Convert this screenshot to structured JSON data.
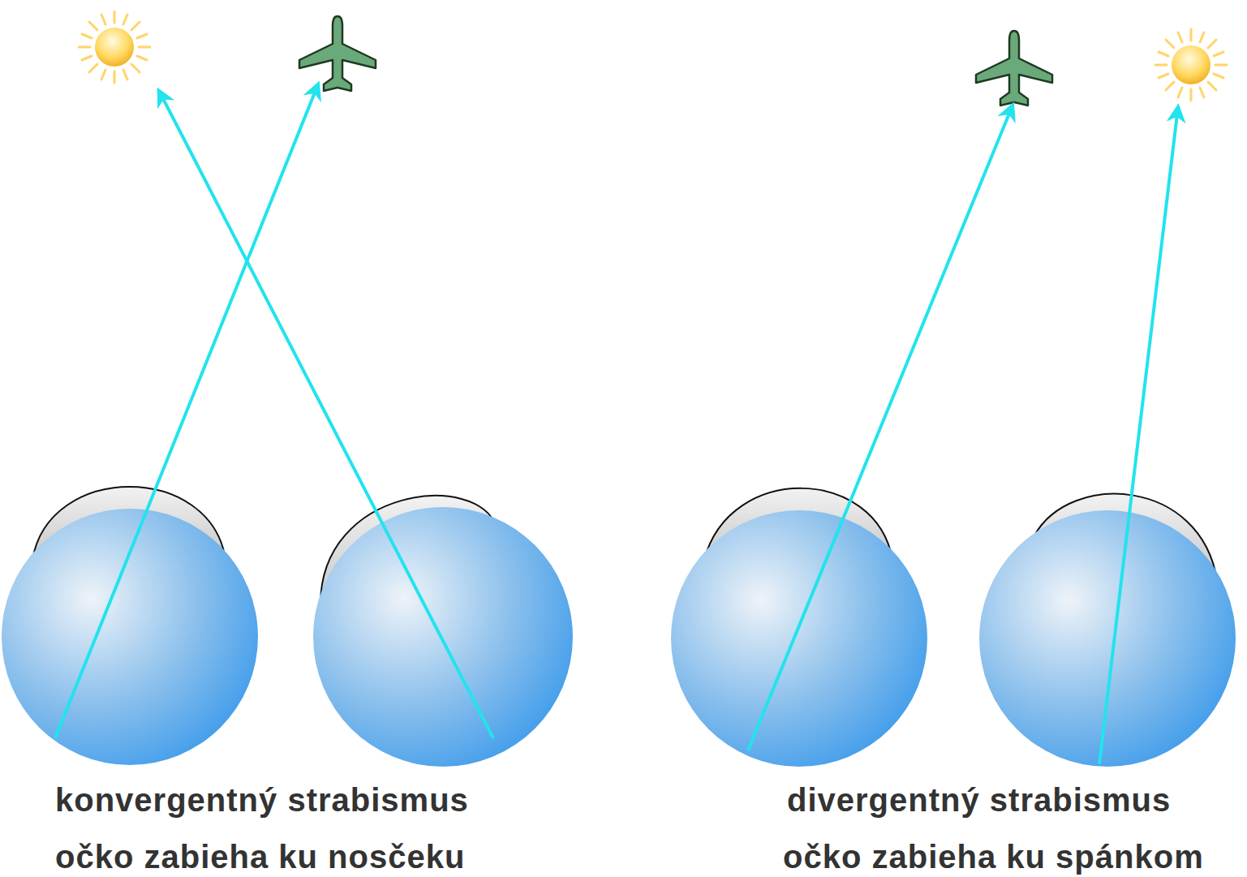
{
  "diagram": {
    "labels": [
      "konvergentný strabismus",
      "očko zabieha ku nosčeku",
      "divergentný strabismus",
      "očko zabieha ku spánkom"
    ]
  }
}
